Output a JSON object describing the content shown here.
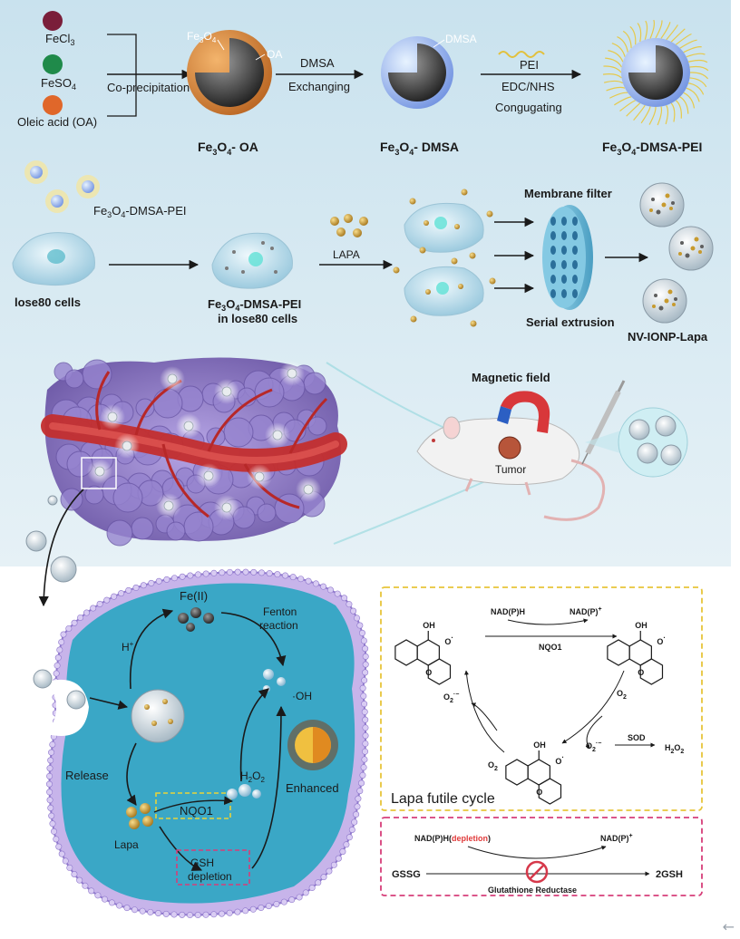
{
  "synthesis": {
    "precursors": {
      "fecl3": "FeCl",
      "fecl3_sub": "3",
      "feso4": "FeSO",
      "feso4_sub": "4",
      "oa": "Oleic acid (OA)"
    },
    "step1": "Co-precipitation",
    "fe3o4_callout": {
      "a": "Fe",
      "s1": "3",
      "b": "O",
      "s2": "4"
    },
    "oa_callout": "OA",
    "step2": {
      "line1": "DMSA",
      "line2": "Exchanging"
    },
    "dmsa_callout": "DMSA",
    "step3": {
      "line1": "PEI",
      "line2": "EDC/NHS",
      "line3": "Congugating"
    },
    "labels": {
      "np1": {
        "a": "Fe",
        "s1": "3",
        "b": "O",
        "s2": "4",
        "c": "- OA"
      },
      "np2": {
        "a": "Fe",
        "s1": "3",
        "b": "O",
        "s2": "4",
        "c": "- DMSA"
      },
      "np3": {
        "a": "Fe",
        "s1": "3",
        "b": "O",
        "s2": "4",
        "c": "-DMSA-PEI"
      }
    }
  },
  "cell_loading": {
    "np_label": {
      "a": "Fe",
      "s1": "3",
      "b": "O",
      "s2": "4",
      "c": "-DMSA-PEI"
    },
    "cells_label": "lose80 cells",
    "loaded_label": {
      "a": "Fe",
      "s1": "3",
      "b": "O",
      "s2": "4",
      "c": "-DMSA-PEI",
      "line2": "in lose80 cells"
    },
    "drug_label": "LAPA",
    "filter_label": "Membrane filter",
    "extrusion_label": "Serial extrusion",
    "product_label": "NV-IONP-Lapa"
  },
  "in_vivo": {
    "magnet_label": "Magnetic field",
    "tumor_label": "Tumor"
  },
  "mechanism": {
    "fe2": "Fe(II)",
    "hplus": "H",
    "hplus_sup": "+",
    "fenton": {
      "line1": "Fenton",
      "line2": "reaction"
    },
    "oh": "·OH",
    "release": "Release",
    "h2o2": {
      "a": "H",
      "s1": "2",
      "b": "O",
      "s2": "2"
    },
    "enhanced": "Enhanced",
    "nqo1": "NQO1",
    "lapa": "Lapa",
    "gsh": {
      "line1": "GSH",
      "line2": "depletion"
    }
  },
  "futile_cycle": {
    "title": "Lapa futile cycle",
    "nadph": "NAD(P)H",
    "nadp": "NAD(P)",
    "nadp_sup": "+",
    "enzyme": "NQO1",
    "o2": "O",
    "o2_sub": "2",
    "superoxide": "O",
    "superoxide_sub": "2",
    "superoxide_sup": "·−",
    "sod": "SOD",
    "h2o2": {
      "a": "H",
      "s1": "2",
      "b": "O",
      "s2": "2"
    },
    "oh_group": "OH",
    "o_radical": "O",
    "o_radical_sup": "·",
    "ring_o": "O"
  },
  "gsh_panel": {
    "nadph": "NAD(P)H(",
    "depletion": "depletion",
    "close": ")",
    "nadp": "NAD(P)",
    "nadp_sup": "+",
    "gssg": "GSSG",
    "gsh2": "2GSH",
    "enzyme": "Glutathione Reductase"
  },
  "colors": {
    "top_bg": "#d3e7f1",
    "cytoplasm": "#3aa7c6",
    "membrane": "#a78fd6",
    "cycle_border": "#e7c53a",
    "gsh_border": "#d63e79",
    "depletion": "#e03a3a",
    "gold": "#c79a2e",
    "tumor": "#8c7ac4",
    "vessel": "#c32e2e"
  }
}
